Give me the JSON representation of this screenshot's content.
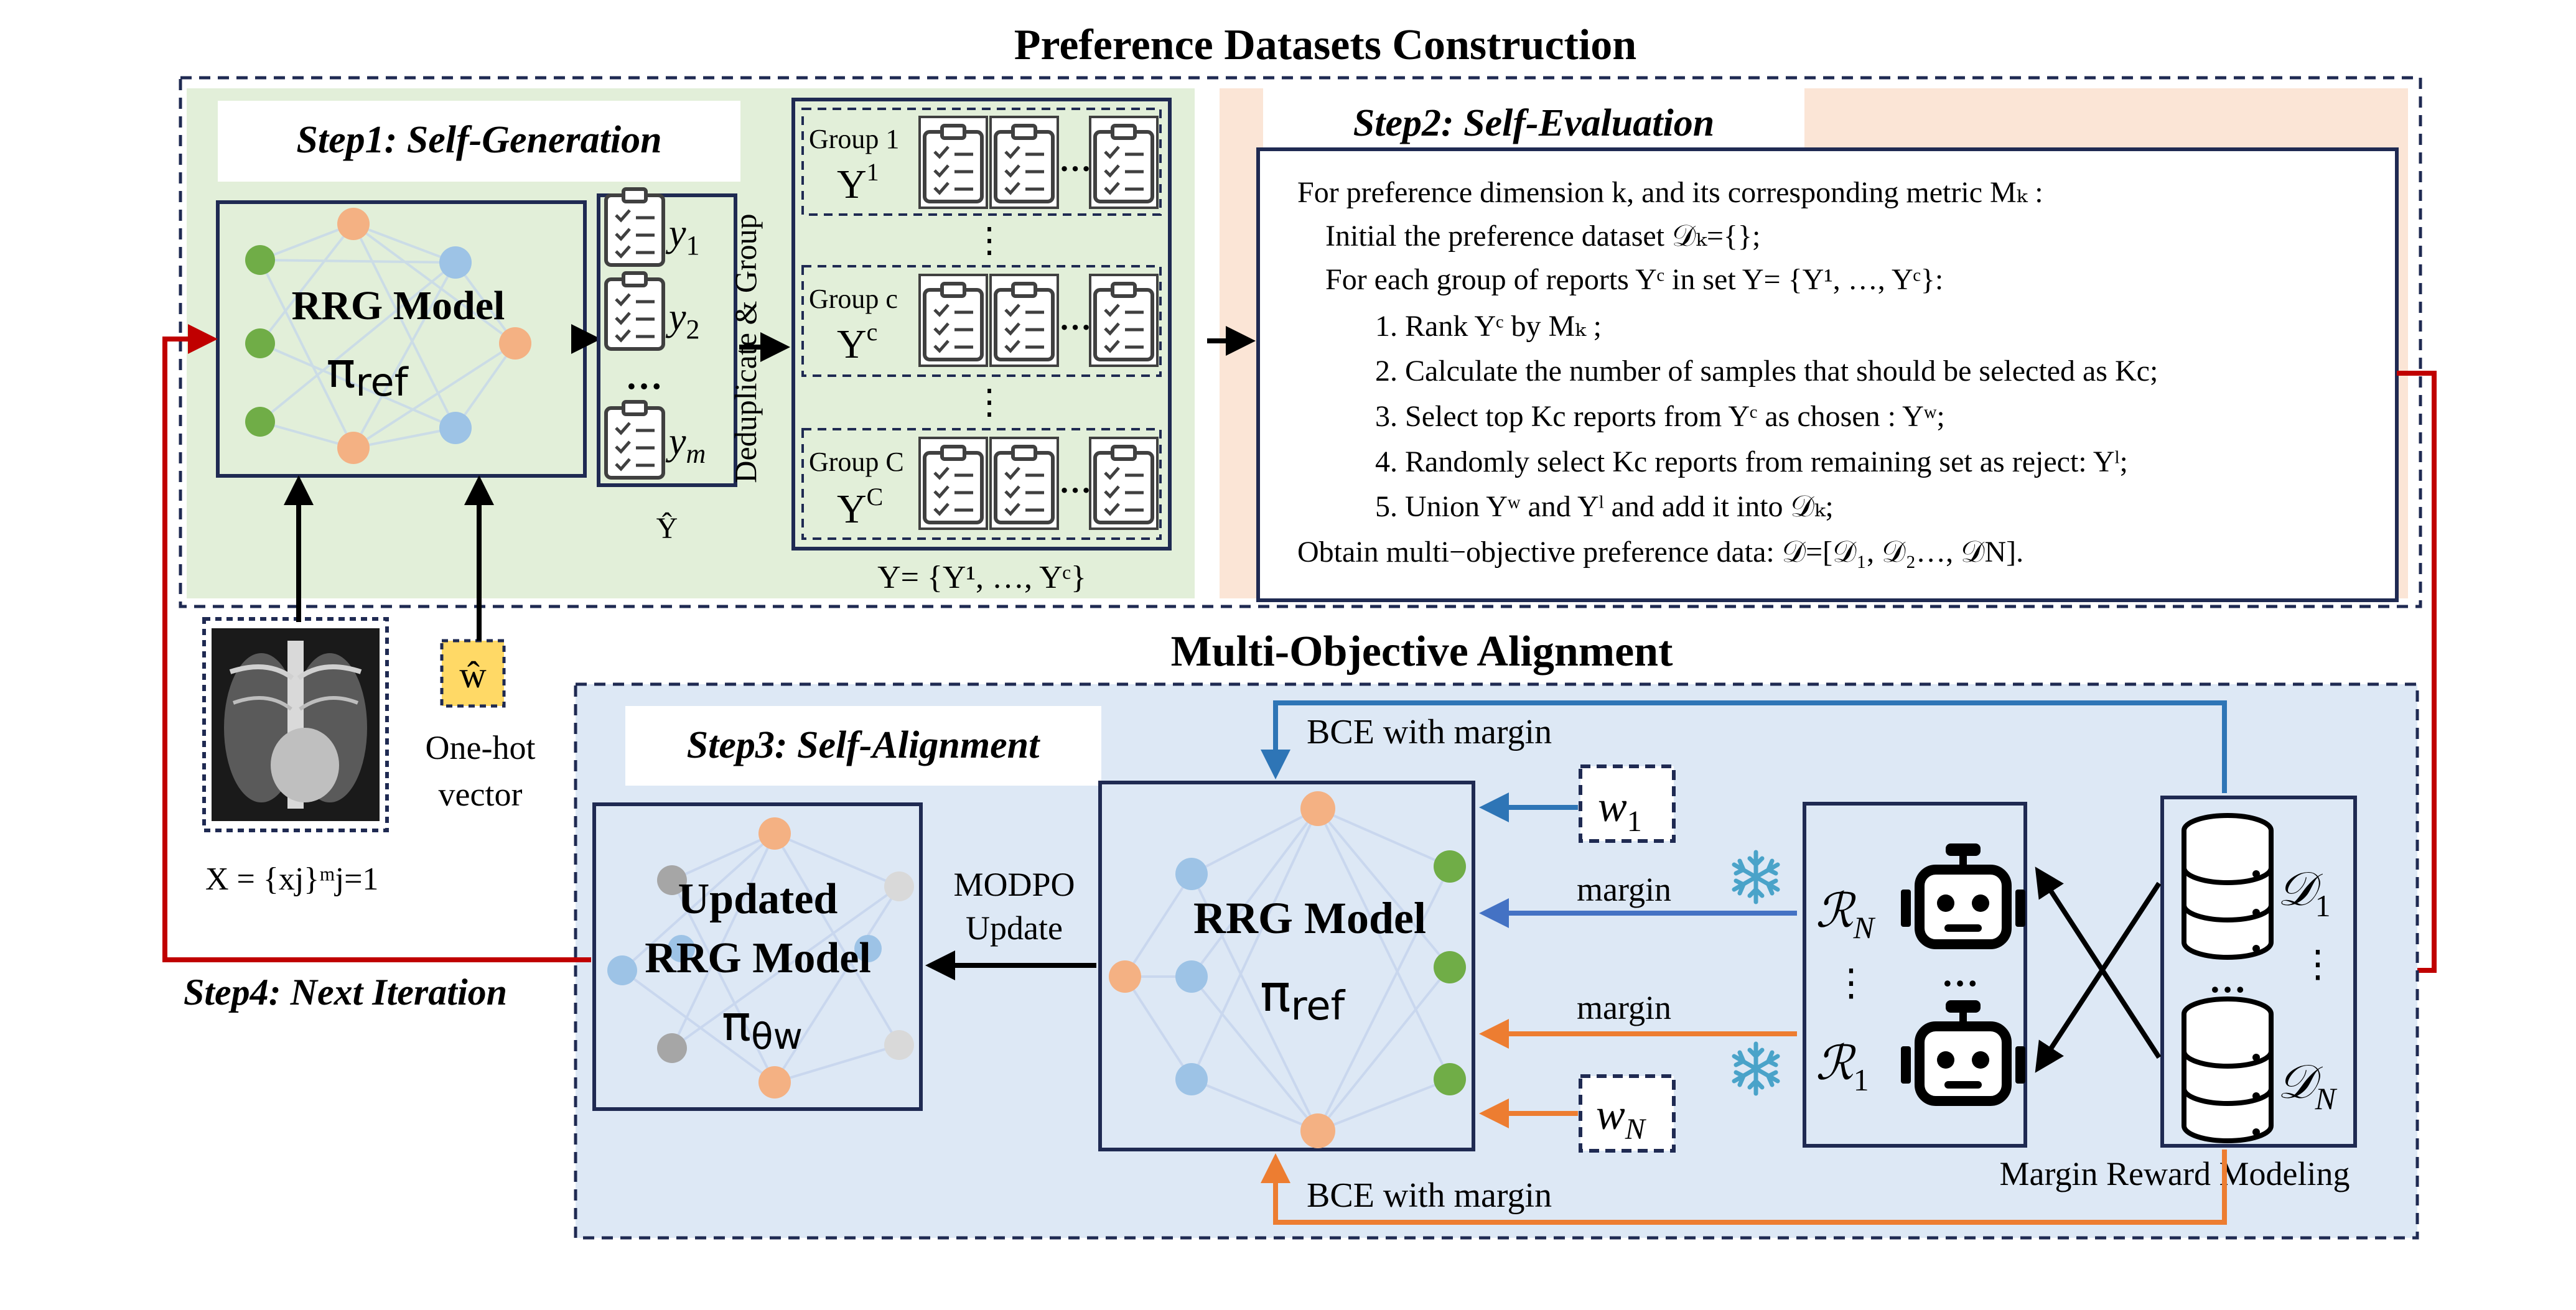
{
  "titles": {
    "top": "Preference Datasets Construction",
    "bottom": "Multi-Objective Alignment"
  },
  "steps": {
    "step1": "Step1: Self-Generation",
    "step2": "Step2: Self-Evaluation",
    "step3": "Step3: Self-Alignment",
    "step4": "Step4: Next Iteration"
  },
  "models": {
    "rrg_model": "RRG Model",
    "pi_ref": "π",
    "ref_sub": "ref",
    "updated_line1": "Updated",
    "updated_line2": "RRG Model",
    "pi_theta": "π",
    "theta_sub": "θw"
  },
  "samples": {
    "y": "y",
    "sub1": "1",
    "sub2": "2",
    "subm": "m",
    "dots": "…",
    "y_hat": "Ŷ",
    "side_label": "Deduplicate & Group"
  },
  "groups": {
    "group1_label": "Group 1",
    "groupc_label": "Group c",
    "groupC_label": "Group C",
    "Y": "Y",
    "sup1": "1",
    "supc": "c",
    "supC": "C",
    "set_label": "Y= {Y¹, …, Yᶜ}"
  },
  "input": {
    "x_label": "X = {xj}ᵐj=1",
    "w_hat": "ŵ",
    "onehot_line1": "One-hot",
    "onehot_line2": "vector"
  },
  "step2_lines": [
    "For preference dimension k, and its corresponding metric Mₖ :",
    "Initial the preference dataset 𝒟ₖ={};",
    "For each group of reports Yᶜ in set Y= {Y¹, …, Yᶜ}:",
    "1. Rank Yᶜ by Mₖ ;",
    "2. Calculate the number of samples that should be selected as Kc;",
    "3. Select top Kc reports from Yᶜ as chosen : Yʷ;",
    "4. Randomly select Kc reports from remaining set as reject: Yˡ;",
    "5. Union Yʷ and Yˡ and add it into 𝒟ₖ;",
    "Obtain multi−objective preference data: 𝒟=[𝒟₁, 𝒟₂…, 𝒟N]."
  ],
  "alignment": {
    "bce_top": "BCE with margin",
    "bce_bottom": "BCE with margin",
    "margin_top": "margin",
    "margin_bottom": "margin",
    "modpo_line1": "MODPO",
    "modpo_line2": "Update",
    "w1": "w",
    "w1_sub": "1",
    "wN": "w",
    "wN_sub": "N",
    "RN": "ℛ",
    "RN_sub": "N",
    "R1": "ℛ",
    "R1_sub": "1",
    "D1": "𝒟",
    "D1_sub": "1",
    "DN": "𝒟",
    "DN_sub": "N",
    "vdots": "⋮",
    "hdots": "…",
    "margin_reward_modeling": "Margin Reward Modeling"
  },
  "colors": {
    "green_panel": "#e2efd9",
    "peach_panel": "#fbe5d6",
    "blue_panel": "#dde8f5",
    "dark_navy": "#1f2a52",
    "red_arrow": "#c00000",
    "blue_arrow": "#2e75b6",
    "orange_arrow": "#ed7d31",
    "node_green": "#70ad47",
    "node_orange": "#f4b183",
    "node_blue": "#9dc3e6",
    "node_grey": "#a6a6a6"
  }
}
